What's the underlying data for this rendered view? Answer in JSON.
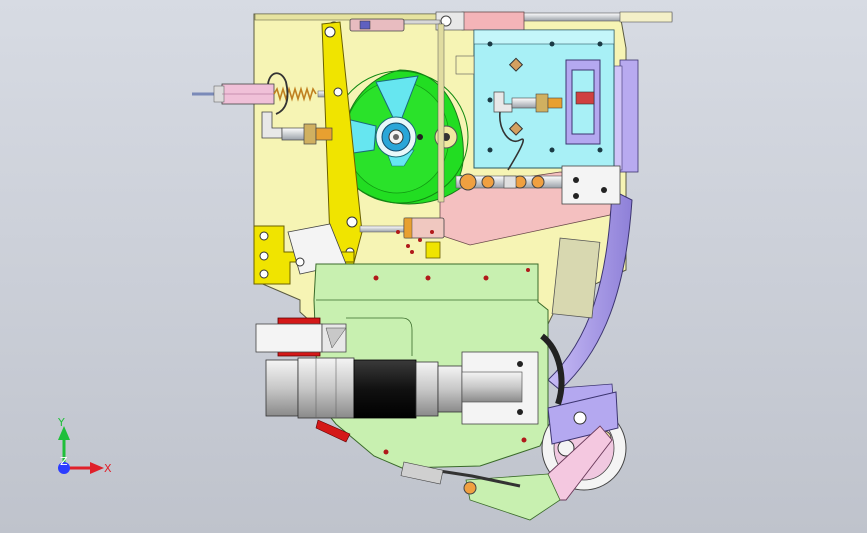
{
  "triad": {
    "x_label": "X",
    "y_label": "Y",
    "z_label": "Z",
    "x_color": "#e0202a",
    "y_color": "#1fbf3a",
    "z_color": "#2b3cff"
  },
  "colors": {
    "background": "#cdd1d9",
    "base_plate": "#f6f4b4",
    "yellow_arm": "#f0e400",
    "green_wheel": "#22dd22",
    "cyan_blade": "#66e6f0",
    "cyan_plate": "#a8f0f6",
    "light_green_plate": "#c8f0b0",
    "lavender": "#b4a8f0",
    "pink": "#f4b4b8",
    "motor_black": "#151515",
    "red_bracket": "#d41818"
  },
  "icons": [
    "coordinate-triad-icon"
  ]
}
